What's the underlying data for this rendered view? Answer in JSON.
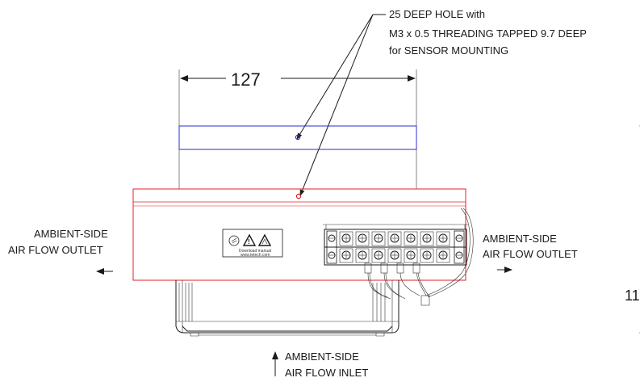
{
  "callout": {
    "line1": "25 DEEP HOLE with",
    "line2": "M3 x 0.5 THREADING TAPPED 9.7 DEEP",
    "line3": "for SENSOR MOUNTING"
  },
  "dimension": {
    "width": "127",
    "cut_off_value": "11"
  },
  "left_outlet": {
    "line1": "AMBIENT-SIDE",
    "line2": "AIR FLOW OUTLET"
  },
  "right_outlet": {
    "line1": "AMBIENT-SIDE",
    "line2": "AIR FLOW OUTLET"
  },
  "inlet": {
    "line1": "AMBIENT-SIDE",
    "line2": "AIR FLOW INLET"
  },
  "label_sticker": {
    "line1": "Download manual",
    "line2": "www.tetech.com"
  },
  "colors": {
    "blue_part": "#2b2bd0",
    "red_part": "#e0202a",
    "line": "#1a1a1a"
  }
}
